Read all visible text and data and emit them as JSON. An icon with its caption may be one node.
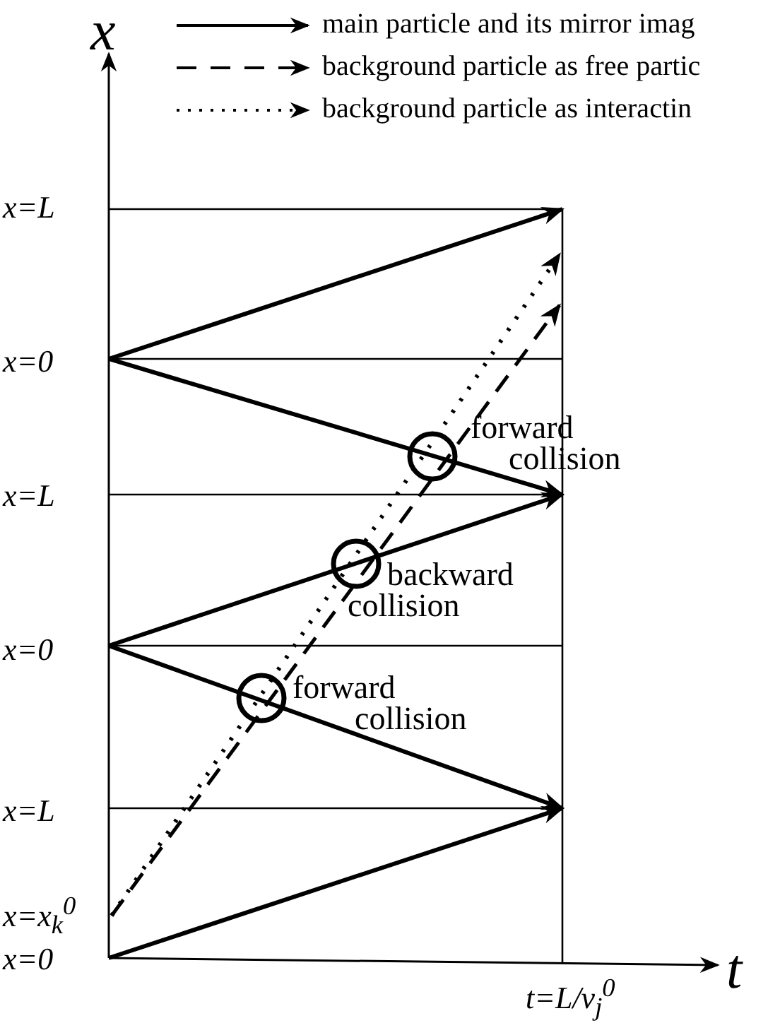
{
  "diagram": {
    "nodes": [
      {
        "text": [],
        "shape": "circle",
        "beside": [
          "forward collision"
        ]
      },
      {
        "text": [],
        "shape": "circle",
        "beside": [
          "backward collision"
        ]
      },
      {
        "text": [],
        "shape": "circle",
        "beside": [
          "forward collision"
        ]
      }
    ],
    "labels": [
      "x",
      "x=L",
      "x=0",
      "x=L",
      "x=0",
      "x=L",
      "x=x$_{k}$$^{0}$",
      "x=0",
      "t",
      "t=L/v$_{j}$$^{0}$"
    ],
    "legend": [
      {
        "text": "main particle and its mirror imag"
      },
      {
        "text": "background particle as free partic"
      },
      {
        "text": "background particle as interactin"
      }
    ]
  }
}
